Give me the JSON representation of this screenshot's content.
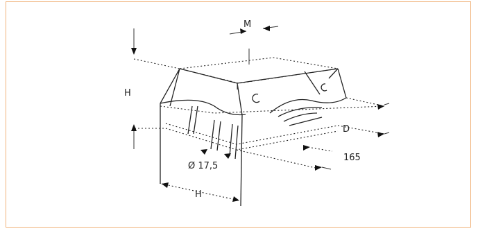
{
  "figure": {
    "frame_color": "#f0b27a",
    "line_color": "#222222",
    "labels": {
      "m": "M",
      "h_height": "H",
      "h_width": "H",
      "d": "D",
      "length": "165",
      "diameter": "Ø 17,5"
    }
  }
}
